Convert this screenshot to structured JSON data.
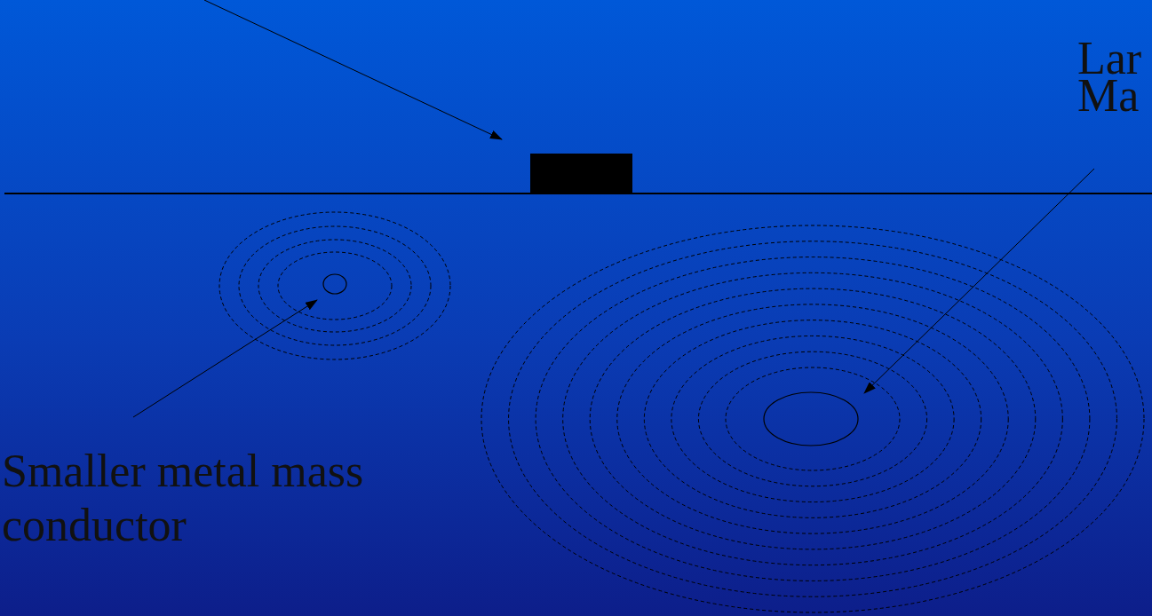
{
  "diagram": {
    "labels": [
      "Lar",
      "Ma",
      "Smaller metal mass",
      "conductor"
    ]
  }
}
